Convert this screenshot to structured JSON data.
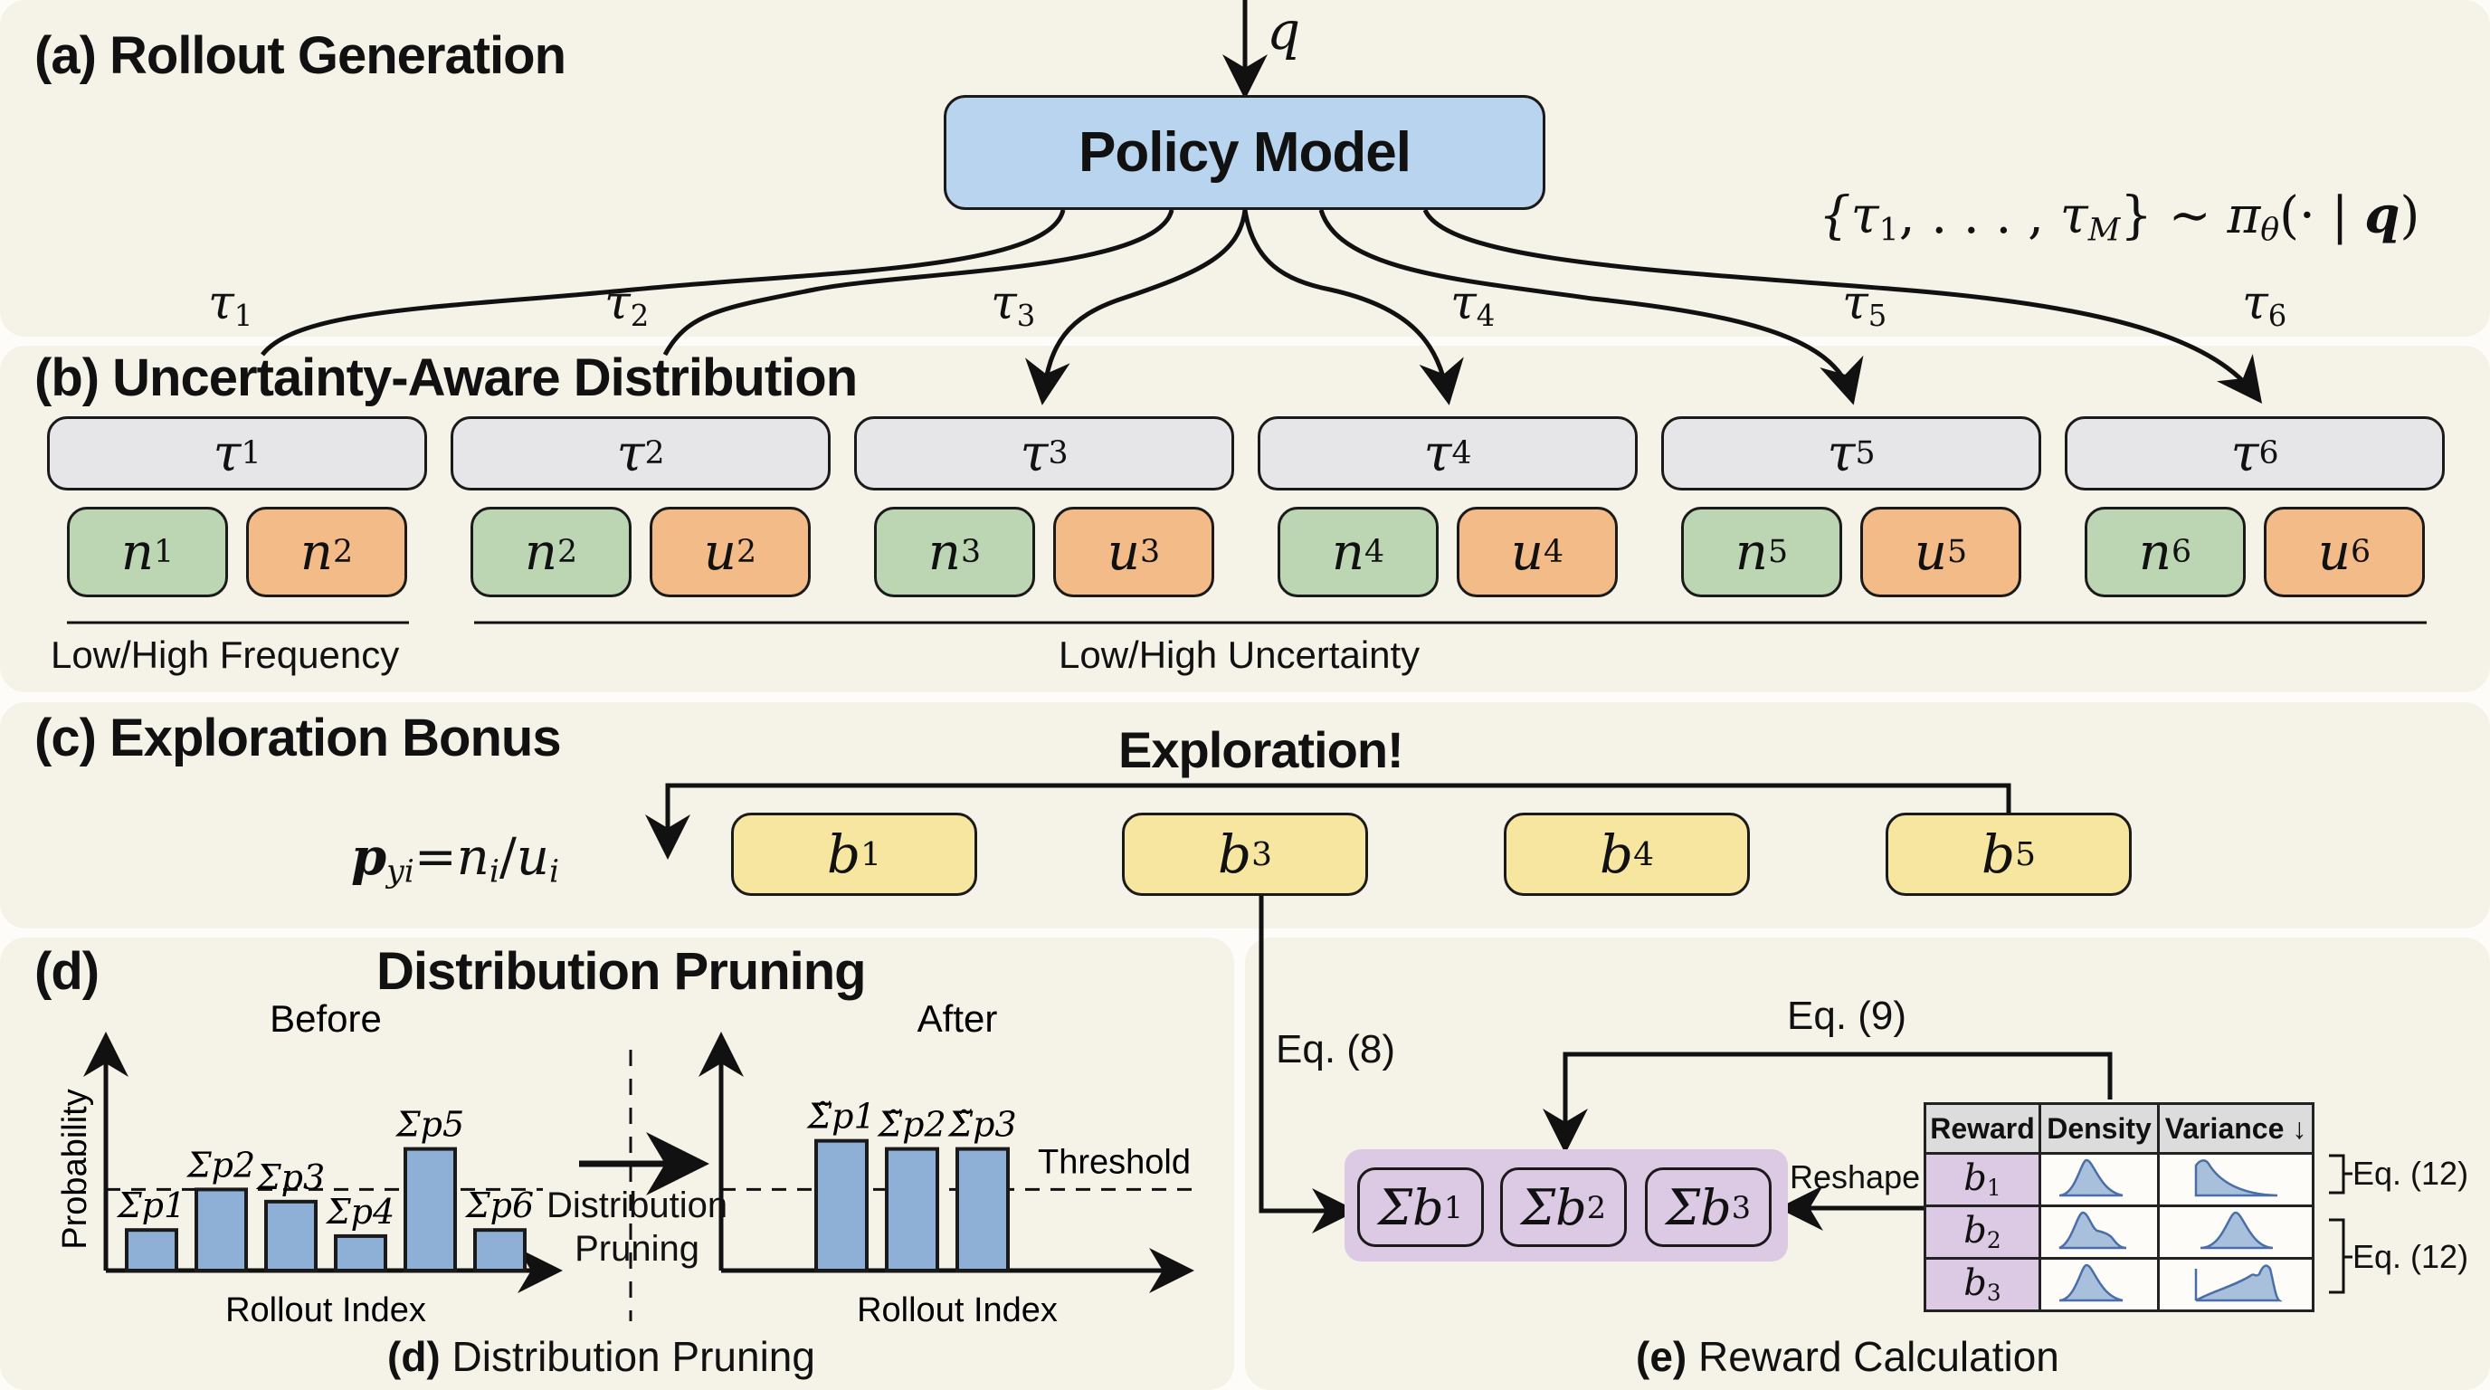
{
  "panels": {
    "a": {
      "title": "(a) Rollout Generation"
    },
    "b": {
      "title": "(b) Uncertainty-Aware Distribution"
    },
    "c": {
      "title": "(c) Exploration Bonus"
    },
    "d": {
      "title": "(d)",
      "heading": "Distribution Pruning",
      "caption_prefix": "(d)",
      "caption": " Distribution Pruning"
    },
    "e": {
      "caption_prefix": "(e)",
      "caption": " Reward Calculation"
    }
  },
  "rollout": {
    "query_label": "q",
    "model_label": "Policy Model",
    "sampling_formula": "{τ₁, . . . , τ_M} ∼ π_θ(· | q)",
    "formula_parts": {
      "open": "{",
      "t1": "τ",
      "t1s": "1",
      "dots": ", . . . , ",
      "tm": "τ",
      "tms": "M",
      "close": "} ∼ ",
      "pi": "π",
      "pis": "θ",
      "arg": "(· | ",
      "q": "q",
      "end": ")"
    },
    "trajectories": [
      {
        "sym": "τ",
        "idx": "1"
      },
      {
        "sym": "τ",
        "idx": "2"
      },
      {
        "sym": "τ",
        "idx": "3"
      },
      {
        "sym": "τ",
        "idx": "4"
      },
      {
        "sym": "τ",
        "idx": "5"
      },
      {
        "sym": "τ",
        "idx": "6"
      }
    ]
  },
  "distribution": {
    "groups": [
      {
        "tau": "τ",
        "tau_idx": "1",
        "left": "n",
        "left_idx": "1",
        "right": "n",
        "right_idx": "2"
      },
      {
        "tau": "τ",
        "tau_idx": "2",
        "left": "n",
        "left_idx": "2",
        "right": "u",
        "right_idx": "2"
      },
      {
        "tau": "τ",
        "tau_idx": "3",
        "left": "n",
        "left_idx": "3",
        "right": "u",
        "right_idx": "3"
      },
      {
        "tau": "τ",
        "tau_idx": "4",
        "left": "n",
        "left_idx": "4",
        "right": "u",
        "right_idx": "4"
      },
      {
        "tau": "τ",
        "tau_idx": "5",
        "left": "n",
        "left_idx": "5",
        "right": "u",
        "right_idx": "5"
      },
      {
        "tau": "τ",
        "tau_idx": "6",
        "left": "n",
        "left_idx": "6",
        "right": "u",
        "right_idx": "6"
      }
    ],
    "freq_label": "Low/High Frequency",
    "uncert_label": "Low/High Uncertainty",
    "colors": {
      "tau": "#e6e6e8",
      "n": "#bcd6b4",
      "u": "#f2bb88"
    }
  },
  "exploration": {
    "label": "Exploration!",
    "formula": {
      "p": "p",
      "p_sub": "yi",
      "eq": "=",
      "n": "n",
      "n_sub": "i",
      "slash": "/",
      "u": "u",
      "u_sub": "i"
    },
    "bonuses": [
      {
        "sym": "b",
        "idx": "1"
      },
      {
        "sym": "b",
        "idx": "3"
      },
      {
        "sym": "b",
        "idx": "4"
      },
      {
        "sym": "b",
        "idx": "5"
      }
    ],
    "color": "#f6e6a0"
  },
  "chart_data": [
    {
      "type": "bar",
      "title": "Before",
      "xlabel": "Rollout Index",
      "ylabel": "Probability",
      "categories": [
        "Σp1",
        "Σp2",
        "Σp3",
        "Σp4",
        "Σp5",
        "Σp6"
      ],
      "values": [
        0.2,
        0.4,
        0.34,
        0.17,
        0.6,
        0.2
      ],
      "threshold": 0.4,
      "ylim": [
        0,
        1
      ],
      "grid": false,
      "bar_color": "#8fb0d6"
    },
    {
      "type": "bar",
      "title": "After",
      "xlabel": "Rollout Index",
      "ylabel": "",
      "categories": [
        "Σ̃p1",
        "Σ̃p2",
        "Σ̃p3"
      ],
      "values": [
        0.64,
        0.6,
        0.6
      ],
      "threshold": 0.4,
      "threshold_label": "Threshold",
      "ylim": [
        0,
        1
      ],
      "grid": false,
      "bar_color": "#8fb0d6"
    }
  ],
  "pruning_arrow": {
    "line1": "Distribution",
    "line2": "Pruning"
  },
  "reward": {
    "eq8": "Eq. (8)",
    "eq9": "Eq. (9)",
    "reshape": "Reshape",
    "sums": [
      {
        "sym": "Σb",
        "idx": "1"
      },
      {
        "sym": "Σb",
        "idx": "2"
      },
      {
        "sym": "Σb",
        "idx": "3"
      }
    ],
    "table": {
      "headers": [
        "Reward",
        "Density",
        "Variance ↓"
      ],
      "rows": [
        {
          "reward": "b",
          "idx": "1",
          "density": "unimodal",
          "variance": "right-skewed"
        },
        {
          "reward": "b",
          "idx": "2",
          "density": "skewed-bumpy",
          "variance": "unimodal"
        },
        {
          "reward": "b",
          "idx": "3",
          "density": "unimodal",
          "variance": "left-skewed"
        }
      ]
    },
    "bracket_labels": [
      "Eq. (12)",
      "Eq. (12)"
    ],
    "colors": {
      "group_bg": "#dcc9e4",
      "curve": "#4a6fa8",
      "curve_fill": "#a9c0dc"
    }
  }
}
